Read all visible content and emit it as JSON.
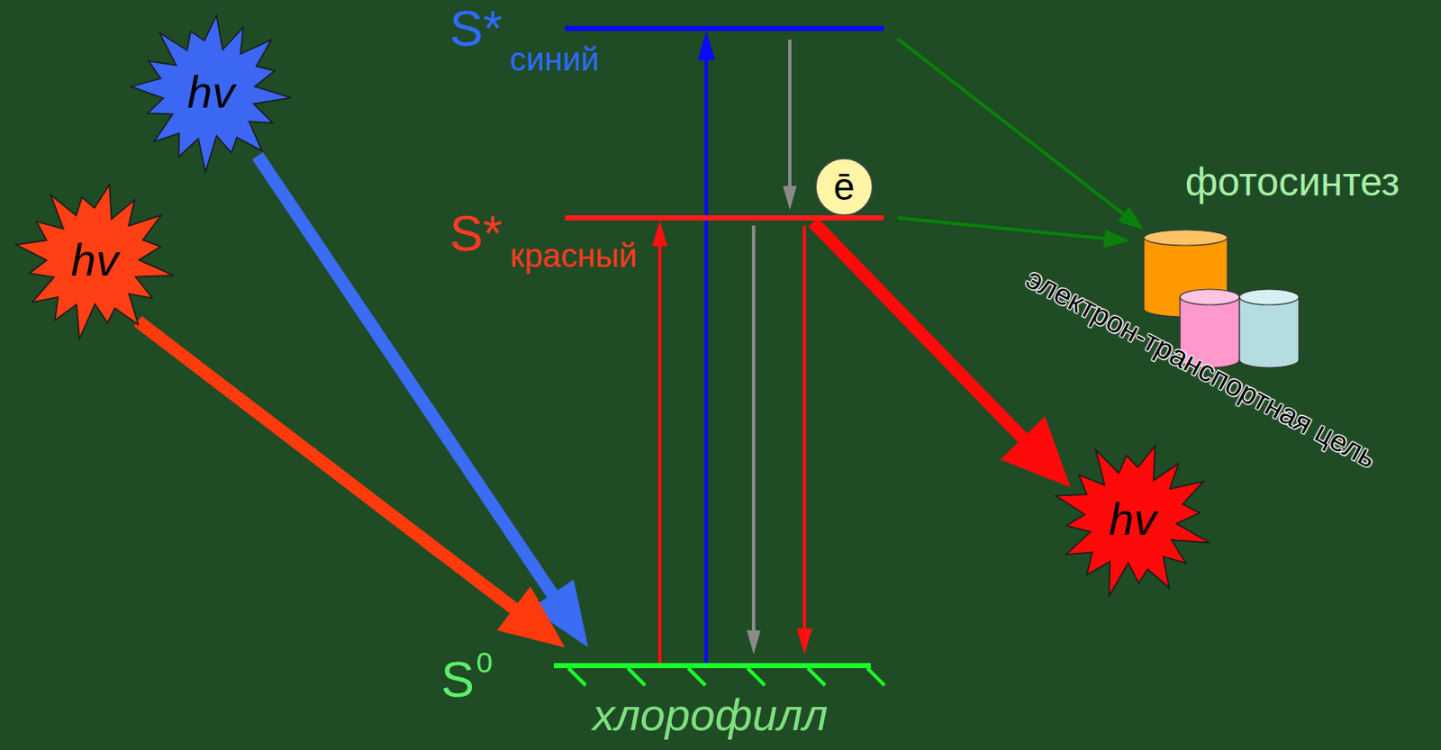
{
  "diagram": {
    "nodes": [
      {
        "text": [
          "hv"
        ]
      },
      {
        "text": [
          "S*",
          "синий"
        ]
      },
      {
        "text": [
          "ē"
        ]
      },
      {
        "text": [
          "фотосинтез",
          "электрон-транспортная цель"
        ]
      },
      {
        "text": [
          "S*",
          "красный"
        ]
      },
      {
        "text": [
          "hv"
        ]
      },
      {
        "text": [
          "hv"
        ]
      },
      {
        "text": [
          "S",
          "0",
          "хлорофилл"
        ]
      }
    ],
    "edges": [
      {
        "from": 0,
        "to": 7,
        "arrow": "to"
      },
      {
        "from": 5,
        "to": 7,
        "arrow": "to"
      },
      {
        "from": 7,
        "to": 4,
        "arrow": "to"
      },
      {
        "from": 7,
        "to": 1,
        "arrow": "to"
      },
      {
        "from": 1,
        "to": 4,
        "arrow": "to"
      },
      {
        "from": 4,
        "to": 7,
        "arrow": "to"
      },
      {
        "from": 4,
        "to": 7,
        "arrow": "to"
      },
      {
        "from": 4,
        "to": 6,
        "arrow": "to"
      },
      {
        "from": 1,
        "to": 3,
        "arrow": "to"
      },
      {
        "from": 4,
        "to": 3,
        "arrow": "to"
      }
    ]
  }
}
